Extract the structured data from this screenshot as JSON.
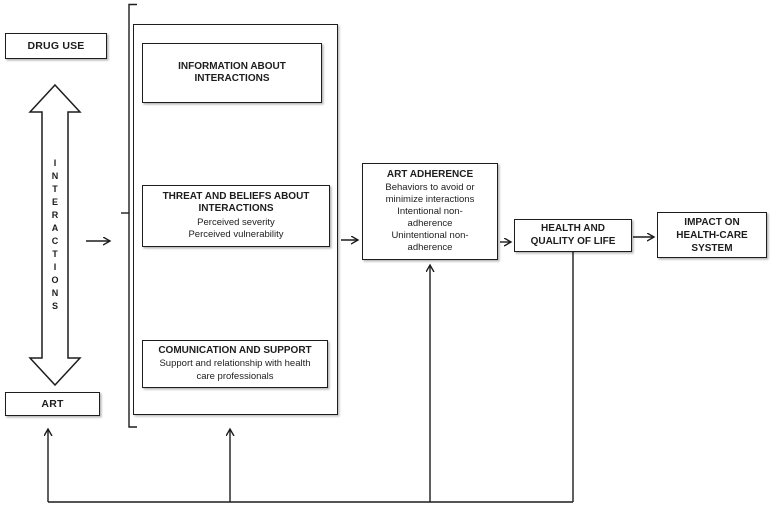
{
  "diagram": {
    "background_color": "#ffffff",
    "line_color": "#1d1d1d",
    "nodes": {
      "drug_use": {
        "label": "DRUG USE"
      },
      "interactions": {
        "label": "INTERACTIONS"
      },
      "art": {
        "label": "ART"
      },
      "information": {
        "title": "INFORMATION ABOUT\nINTERACTIONS"
      },
      "threat": {
        "title": "THREAT AND BELIEFS ABOUT\nINTERACTIONS",
        "body": "Perceived severity\nPerceived vulnerability"
      },
      "comunication": {
        "title": "COMUNICATION AND SUPPORT",
        "body": "Support and relationship with health\ncare professionals"
      },
      "adherence": {
        "title": "ART ADHERENCE",
        "body": "Behaviors to avoid or\nminimize interactions\nIntentional non-\nadherence\nUnintentional non-\nadherence"
      },
      "health": {
        "title": "HEALTH AND\nQUALITY OF LIFE"
      },
      "impact": {
        "title": "IMPACT ON\nHEALTH-CARE\nSYSTEM"
      }
    }
  }
}
